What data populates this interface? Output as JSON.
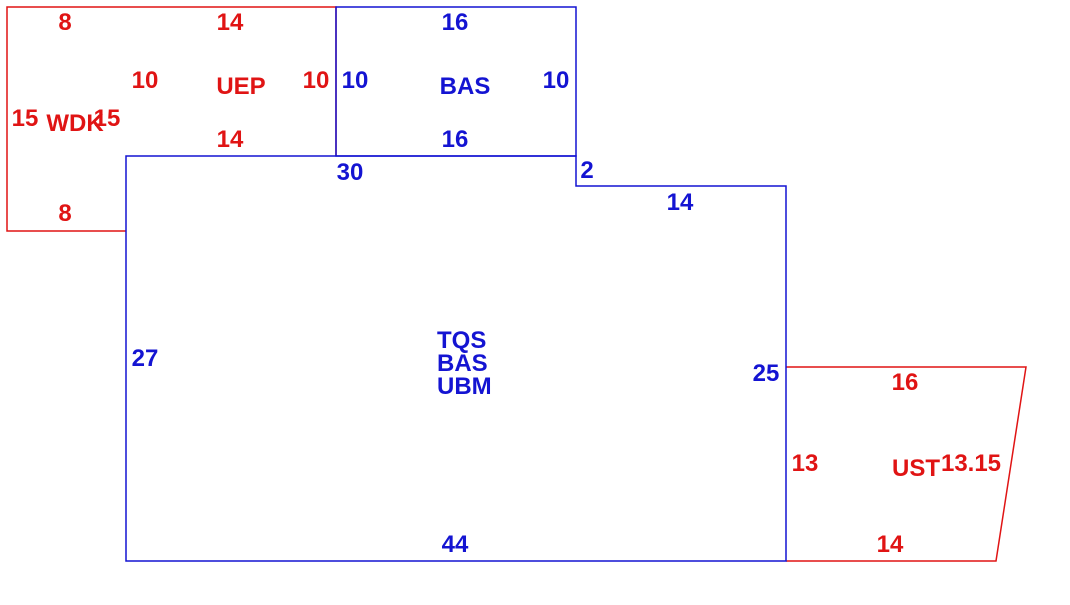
{
  "colors": {
    "blue": "#1414d2",
    "red": "#e01414",
    "background": "#ffffff"
  },
  "areas": {
    "wdk": {
      "code": "WDK",
      "dims": [
        "8",
        "15",
        "15",
        "8"
      ]
    },
    "uep": {
      "code": "UEP",
      "dims": [
        "14",
        "10",
        "10",
        "14"
      ]
    },
    "bas_top": {
      "code": "BAS",
      "dims": [
        "16",
        "10",
        "10",
        "16"
      ]
    },
    "main": {
      "codes": [
        "TQS",
        "BAS",
        "UBM"
      ],
      "dims": [
        "30",
        "2",
        "14",
        "27",
        "25",
        "44"
      ]
    },
    "ust": {
      "code": "UST",
      "dims": [
        "16",
        "13",
        "13.15",
        "14"
      ]
    }
  }
}
